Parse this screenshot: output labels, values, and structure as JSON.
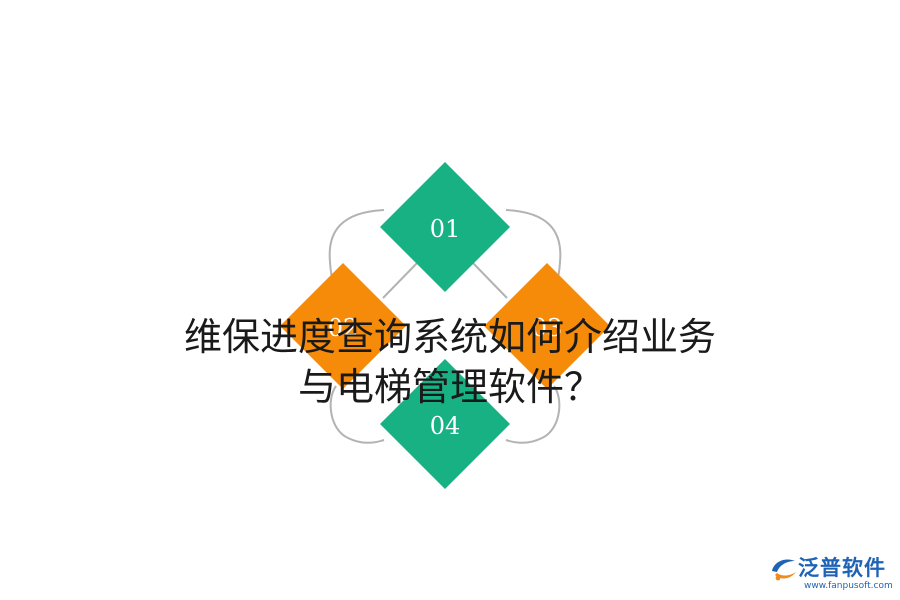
{
  "diagram": {
    "nodes": [
      {
        "id": "top",
        "label": "01",
        "color": "#17b183"
      },
      {
        "id": "left",
        "label": "02",
        "color": "#f68b0a"
      },
      {
        "id": "right",
        "label": "03",
        "color": "#f68b0a"
      },
      {
        "id": "bottom",
        "label": "04",
        "color": "#17b183"
      }
    ],
    "connector_color": "#b3b3b3"
  },
  "title": {
    "line1": "维保进度查询系统如何介绍业务",
    "line2": "与电梯管理软件？"
  },
  "logo": {
    "name": "泛普软件",
    "url": "www.fanpusoft.com",
    "brand_color": "#1f63b5",
    "accent_color": "#f08a1c",
    "icon": "fanpu-logo-icon"
  }
}
